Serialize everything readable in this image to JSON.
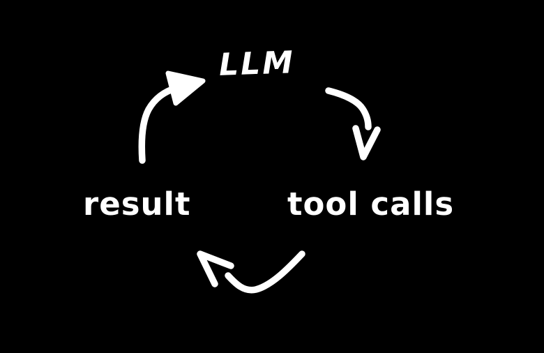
{
  "diagram": {
    "nodes": {
      "llm": "LLM",
      "tool_calls": "tool calls",
      "result": "result"
    },
    "arrows": [
      {
        "from": "LLM",
        "to": "tool calls"
      },
      {
        "from": "tool calls",
        "to": "result"
      },
      {
        "from": "result",
        "to": "LLM"
      }
    ],
    "colors": {
      "background": "#000000",
      "ink": "#ffffff"
    }
  }
}
